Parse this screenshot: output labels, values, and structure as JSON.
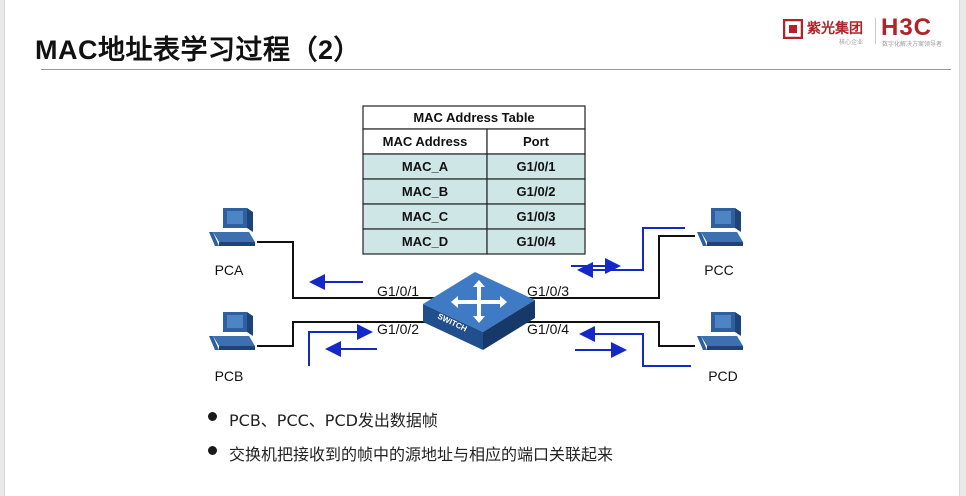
{
  "title": "MAC地址表学习过程（2）",
  "logo": {
    "brand_cn": "紫光集团",
    "brand_en": "H3C",
    "sub_left": "核心企业",
    "sub_right": "数字化解决方案领导者"
  },
  "mac_table": {
    "caption": "MAC Address Table",
    "headers": [
      "MAC Address",
      "Port"
    ],
    "rows": [
      [
        "MAC_A",
        "G1/0/1"
      ],
      [
        "MAC_B",
        "G1/0/2"
      ],
      [
        "MAC_C",
        "G1/0/3"
      ],
      [
        "MAC_D",
        "G1/0/4"
      ]
    ]
  },
  "hosts": [
    "PCA",
    "PCB",
    "PCC",
    "PCD"
  ],
  "ports": [
    "G1/0/1",
    "G1/0/2",
    "G1/0/3",
    "G1/0/4"
  ],
  "switch_label": "SWITCH",
  "bullets": [
    "PCB、PCC、PCD发出数据帧",
    "交换机把接收到的帧中的源地址与相应的端口关联起来"
  ],
  "colors": {
    "arrow": "#1428c8",
    "table_header": "#ffffff",
    "table_row": "#cfe6e6",
    "switch": "#2b5fa6",
    "logo": "#b0232a"
  }
}
